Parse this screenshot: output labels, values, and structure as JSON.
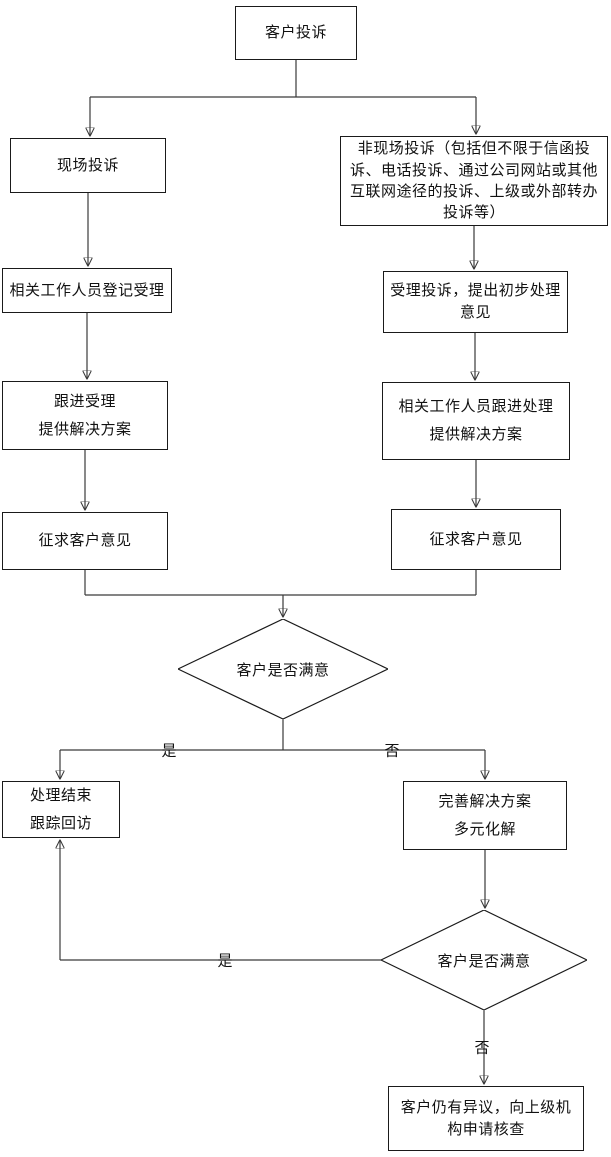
{
  "diagram": {
    "nodes": {
      "start": {
        "label": "客户投诉"
      },
      "onsite": {
        "label": "现场投诉"
      },
      "offsite": {
        "label": "非现场投诉（包括但不限于信函投诉、电话投诉、通过公司网站或其他互联网途径的投诉、上级或外部转办投诉等）"
      },
      "register": {
        "label": "相关工作人员登记受理"
      },
      "accept": {
        "label": "受理投诉，提出初步处理意见"
      },
      "follow_onsite": {
        "line1": "跟进受理",
        "line2": "提供解决方案"
      },
      "follow_offsite": {
        "line1": "相关工作人员跟进处理",
        "line2": "提供解决方案"
      },
      "ask_left": {
        "label": "征求客户意见"
      },
      "ask_right": {
        "label": "征求客户意见"
      },
      "decision1": {
        "label": "客户是否满意"
      },
      "end_left": {
        "line1": "处理结束",
        "line2": "跟踪回访"
      },
      "improve": {
        "line1": "完善解决方案",
        "line2": "多元化解"
      },
      "decision2": {
        "label": "客户是否满意"
      },
      "escalate": {
        "label": "客户仍有异议，向上级机构申请核查"
      }
    },
    "edge_labels": {
      "decision1_yes": "是",
      "decision1_no": "否",
      "decision2_yes": "是",
      "decision2_no": "否"
    },
    "colors": {
      "background": "#ffffff",
      "line": "#3a3a3a",
      "border": "#1a1a1a",
      "text": "#111111"
    }
  }
}
